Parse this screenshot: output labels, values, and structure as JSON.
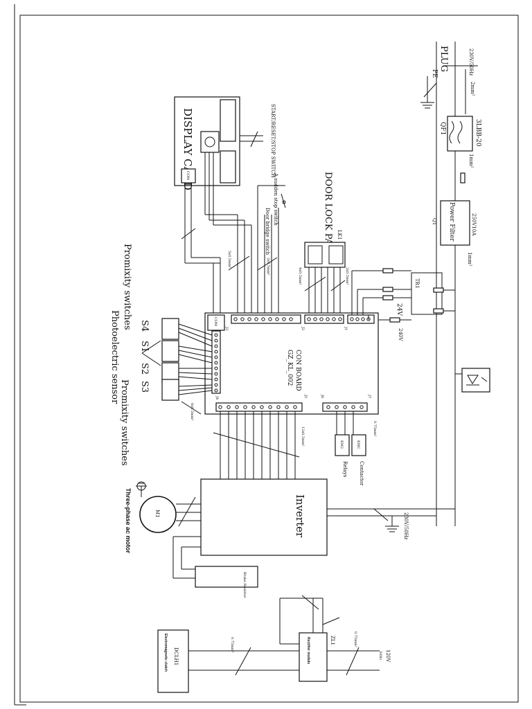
{
  "labels": {
    "plug": "PLUG",
    "mains_top": "230V/50Hz",
    "pe": "PE",
    "breaker_id": "QF1",
    "breaker_model": "3LBB-20",
    "power_filter": "Power Filter",
    "filter_id": "Q1",
    "filter_rating": "250V10A",
    "display_card": "DISPLAY CARD",
    "start_switch": "START/RESET/STOP SWITCH",
    "stop_switch": "A sudden stop switch",
    "door_lock": "DOOR LOCK PART",
    "door_lock_id": "LK1",
    "door_bridge": "Door bridge switch",
    "proximity_top": "Promixity switches",
    "photoelectric": "Photoelectric sensor",
    "proximity_bottom": "Promixity switches",
    "s4": "S4",
    "s1": "S1",
    "s2": "S2",
    "s3": "S3",
    "board_name": "GZ_KL_002",
    "board_sub": "CON BOARD",
    "transformer": "TR1",
    "v240": "240V",
    "v24": "24V",
    "inverter": "Inverter",
    "mains_bottom": "230V/50Hz",
    "relays": "Relays",
    "contactor": "Contactor",
    "km2": "KM2",
    "kmc": "KMC",
    "motor_id": "M1",
    "motor_caption": "Three-phase ac motor",
    "brake_unit": "Brake Resistor",
    "rectifier": "Rectifier module",
    "rectifier_id": "ZL1",
    "clutch_id": "DCLH1",
    "clutch_caption": "Electromagnetic clutch",
    "v120": "120V",
    "hz50": "50Hz",
    "wire_2mm": "2mm²",
    "wire_1mm": "1mm²",
    "wire_075": "0.75mm²",
    "wire_5x05": "5x0.5mm²",
    "wire_2x05": "2x0.5mm²",
    "wire_4x05": "4x0.5mm²",
    "wire_12x05": "12x0.5mm²",
    "wire_6x05": "6x0.5mm²",
    "com": "COM",
    "j1": "J1",
    "j2": "J2",
    "j3": "J3",
    "j4": "J4",
    "j5": "J5",
    "j6": "J6",
    "j7": "J7"
  },
  "colors": {
    "ink": "#111111",
    "paper": "#ffffff"
  }
}
